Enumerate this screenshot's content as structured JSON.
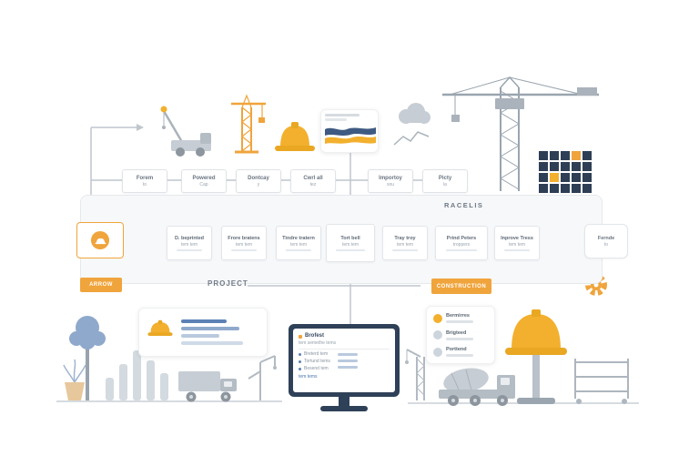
{
  "colors": {
    "accent_orange": "#F0A43C",
    "hat_yellow": "#F2B02E",
    "navy": "#2F4158",
    "blue": "#5B81B5",
    "line_gray": "#BFC6CD"
  },
  "top_flow": {
    "boxes": [
      {
        "title": "Forem",
        "sub": "to"
      },
      {
        "title": "Powered",
        "sub": "Cap"
      },
      {
        "title": "Dontcay",
        "sub": "y"
      },
      {
        "title": "Cwrl all",
        "sub": "tez"
      },
      {
        "title": "Importoy",
        "sub": "sou"
      },
      {
        "title": "Picty",
        "sub": "la"
      }
    ]
  },
  "process_panel": {
    "title": "RACELIS",
    "steps": [
      {
        "title": "D. beprinted",
        "sub": "tem tem"
      },
      {
        "title": "Frore bratens",
        "sub": "tem tem"
      },
      {
        "title": "Tindre tratern",
        "sub": "tem tem"
      },
      {
        "title": "Tort bell",
        "sub": "tem tem"
      },
      {
        "title": "Tray troy",
        "sub": "tem tem"
      },
      {
        "title": "Prind Peters",
        "sub": "troppers"
      },
      {
        "title": "Inprove Tress",
        "sub": "tem tem"
      }
    ],
    "end_box": {
      "title": "Fernde",
      "sub": "to"
    }
  },
  "labels": {
    "left_badge": "ARROW",
    "project": "PROJECT",
    "right_badge": "CONSTRUCTION"
  },
  "monitor": {
    "heading": "Brofest",
    "subheading": "tem semethe tems",
    "items": [
      "Breterd tem",
      "Tortund tems",
      "Besend tem"
    ],
    "link": "tem tems"
  },
  "right_card": {
    "items": [
      {
        "title": "Bermirres"
      },
      {
        "title": "Brigteed"
      },
      {
        "title": "Porttend"
      }
    ]
  }
}
